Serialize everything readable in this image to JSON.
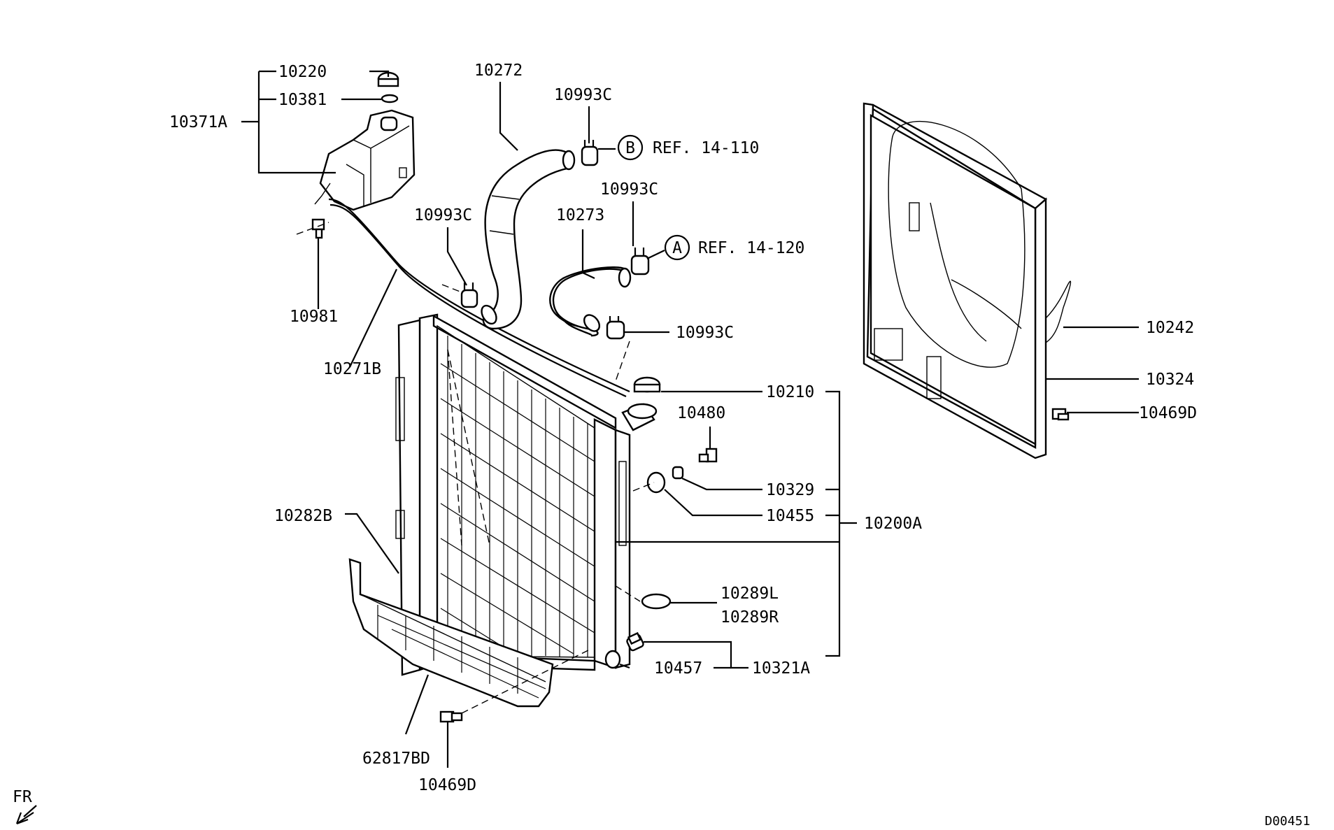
{
  "diagram_id": "D00451",
  "front_marker": "FR",
  "ref_a": {
    "letter": "A",
    "text": "REF. 14-120"
  },
  "ref_b": {
    "letter": "B",
    "text": "REF. 14-110"
  },
  "parts": {
    "p10220": "10220",
    "p10381": "10381",
    "p10371A": "10371A",
    "p10272": "10272",
    "p10993C_top": "10993C",
    "p10993C_mid": "10993C",
    "p10993C_left": "10993C",
    "p10993C_low": "10993C",
    "p10273": "10273",
    "p10981": "10981",
    "p10271B": "10271B",
    "p10242": "10242",
    "p10324": "10324",
    "p10469D_right": "10469D",
    "p10210": "10210",
    "p10480": "10480",
    "p10329": "10329",
    "p10455": "10455",
    "p10200A": "10200A",
    "p10282B": "10282B",
    "p10289L": "10289L",
    "p10289R": "10289R",
    "p10457": "10457",
    "p10321A": "10321A",
    "p62817BD": "62817BD",
    "p10469D_bottom": "10469D"
  }
}
